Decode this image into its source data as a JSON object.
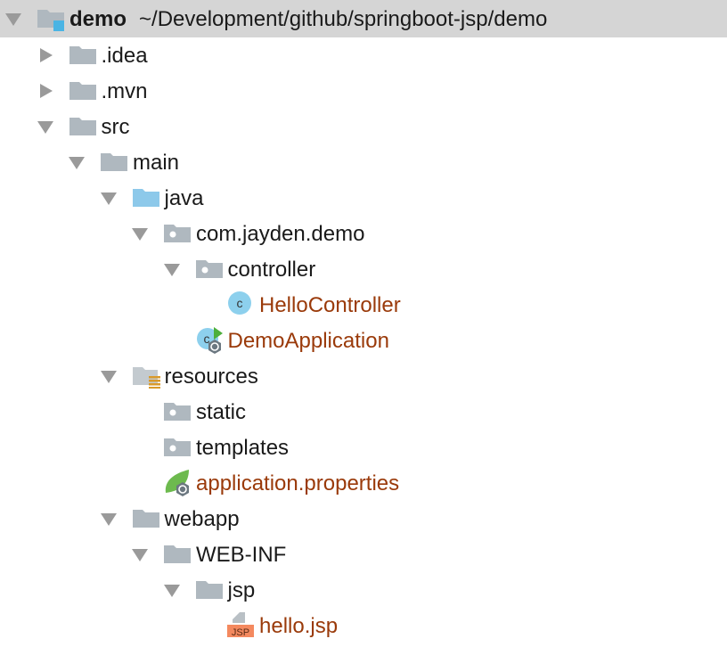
{
  "project": {
    "name": "demo",
    "path": "~/Development/github/springboot-jsp/demo"
  },
  "colors": {
    "folder": "#afb8bf",
    "source_folder": "#8dc9ea",
    "modified_file": "#9a3a0a",
    "selection": "#d5d5d5"
  },
  "nodes": [
    {
      "label": ".idea",
      "level": 1,
      "expanded": false,
      "icon": "folder-icon"
    },
    {
      "label": ".mvn",
      "level": 1,
      "expanded": false,
      "icon": "folder-icon"
    },
    {
      "label": "src",
      "level": 1,
      "expanded": true,
      "icon": "folder-icon"
    },
    {
      "label": "main",
      "level": 2,
      "expanded": true,
      "icon": "folder-icon"
    },
    {
      "label": "java",
      "level": 3,
      "expanded": true,
      "icon": "source-folder-icon"
    },
    {
      "label": "com.jayden.demo",
      "level": 4,
      "expanded": true,
      "icon": "package-icon"
    },
    {
      "label": "controller",
      "level": 5,
      "expanded": true,
      "icon": "package-icon"
    },
    {
      "label": "HelloController",
      "level": 6,
      "icon": "class-icon",
      "modified": true
    },
    {
      "label": "DemoApplication",
      "level": 5,
      "icon": "spring-boot-class-icon",
      "modified": true
    },
    {
      "label": "resources",
      "level": 3,
      "expanded": true,
      "icon": "resources-folder-icon"
    },
    {
      "label": "static",
      "level": 4,
      "icon": "package-icon"
    },
    {
      "label": "templates",
      "level": 4,
      "icon": "package-icon"
    },
    {
      "label": "application.properties",
      "level": 4,
      "icon": "spring-properties-icon",
      "modified": true
    },
    {
      "label": "webapp",
      "level": 3,
      "expanded": true,
      "icon": "folder-icon"
    },
    {
      "label": "WEB-INF",
      "level": 4,
      "expanded": true,
      "icon": "folder-icon"
    },
    {
      "label": "jsp",
      "level": 5,
      "expanded": true,
      "icon": "folder-icon"
    },
    {
      "label": "hello.jsp",
      "level": 6,
      "icon": "jsp-file-icon",
      "modified": true
    }
  ],
  "jsp_badge": "JSP"
}
